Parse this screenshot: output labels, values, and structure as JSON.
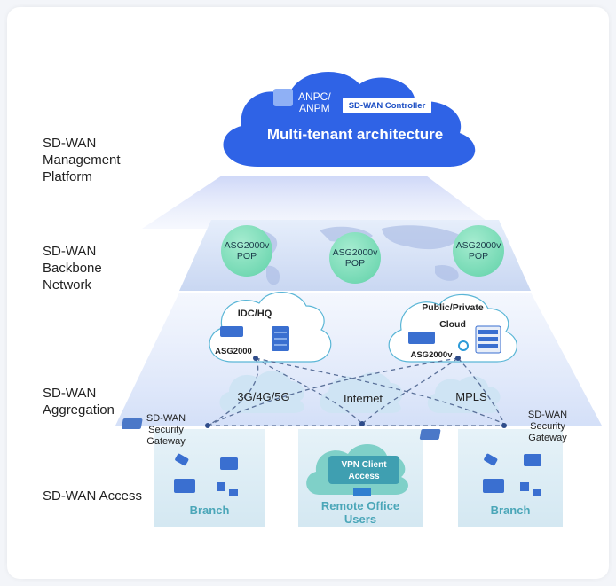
{
  "layers": {
    "management": [
      "SD-WAN",
      "Management",
      "Platform"
    ],
    "backbone": [
      "SD-WAN",
      "Backbone",
      "Network"
    ],
    "aggregation": [
      "SD-WAN",
      "Aggregation"
    ],
    "access": "SD-WAN Access"
  },
  "controller": {
    "anpc": [
      "ANPC/",
      "ANPM"
    ],
    "badge": "SD-WAN Controller",
    "title": "Multi-tenant architecture"
  },
  "pops": [
    [
      "ASG2000v",
      "POP"
    ],
    [
      "ASG2000v",
      "POP"
    ],
    [
      "ASG2000v",
      "POP"
    ]
  ],
  "idc": {
    "title": "IDC/HQ",
    "device": "ASG2000"
  },
  "cloud": {
    "title": [
      "Public/Private",
      "Cloud"
    ],
    "device": "ASG2000v"
  },
  "networks": {
    "mobile": "3G/4G/5G",
    "internet": "Internet",
    "mpls": "MPLS"
  },
  "gateway_left": [
    "SD-WAN",
    "Security",
    "Gateway"
  ],
  "gateway_right": [
    "SD-WAN",
    "Security",
    "Gateway"
  ],
  "branch_left": "Branch",
  "branch_right": "Branch",
  "remote": {
    "vpn": [
      "VPN Client",
      "Access"
    ],
    "label": [
      "Remote Office",
      "Users"
    ]
  },
  "colors": {
    "cloud_blue": "#2f63e6",
    "pop_green": "#6fd8b0",
    "teal": "#4aa6b8",
    "panel": "#d9ecf4"
  }
}
